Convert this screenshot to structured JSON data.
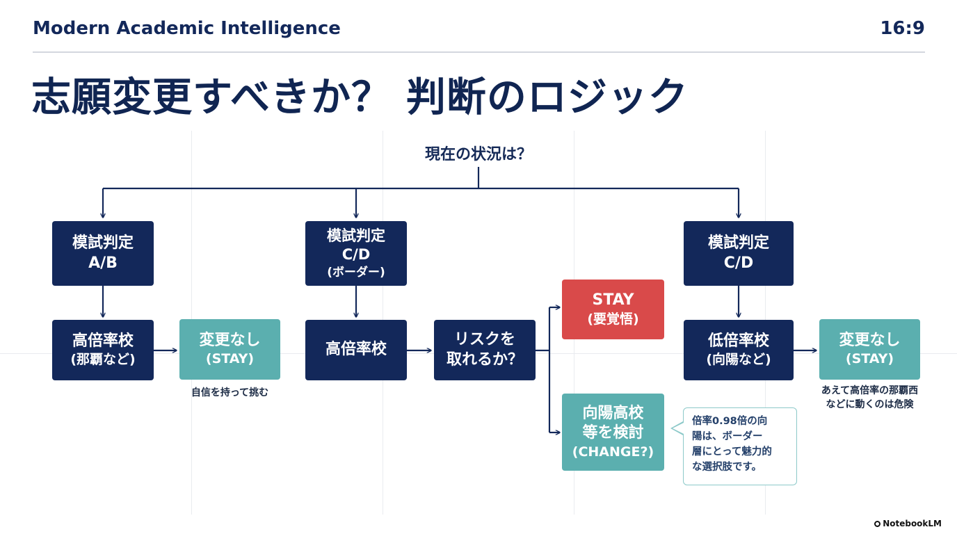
{
  "header": {
    "brand": "Modern Academic Intelligence",
    "aspect_ratio": "16:9"
  },
  "slide": {
    "title": "志願変更すべきか？ 判断のロジック"
  },
  "flowchart": {
    "root_question": "現在の状況は？",
    "branch_left": {
      "judgment": {
        "line1": "模試判定",
        "line2": "A/B"
      },
      "school": {
        "line1": "高倍率校",
        "line2": "(那覇など)"
      },
      "result": {
        "line1": "変更なし",
        "line2": "(STAY)"
      },
      "caption": "自信を持って挑む"
    },
    "branch_middle": {
      "judgment": {
        "line1": "模試判定",
        "line2": "C/D",
        "line3": "(ボーダー)"
      },
      "school": {
        "line1": "高倍率校"
      },
      "question": {
        "line1": "リスクを",
        "line2": "取れるか？"
      },
      "stay": {
        "line1": "STAY",
        "line2": "(要覚悟)"
      },
      "change": {
        "line1": "向陽高校",
        "line2": "等を検討",
        "line3": "(CHANGE?)"
      },
      "callout": {
        "line1": "倍率0.98倍の向",
        "line2": "陽は、ボーダー",
        "line3": "層にとって魅力的",
        "line4": "な選択肢です。"
      }
    },
    "branch_right": {
      "judgment": {
        "line1": "模試判定",
        "line2": "C/D"
      },
      "school": {
        "line1": "低倍率校",
        "line2": "(向陽など)"
      },
      "result": {
        "line1": "変更なし",
        "line2": "(STAY)"
      },
      "caption_line1": "あえて高倍率の那覇西",
      "caption_line2": "などに動くのは危険"
    }
  },
  "watermark": "NotebookLM",
  "colors": {
    "navy": "#13285a",
    "teal": "#5bafaf",
    "red": "#d94a4a",
    "callout_border": "#8cc9c9"
  }
}
